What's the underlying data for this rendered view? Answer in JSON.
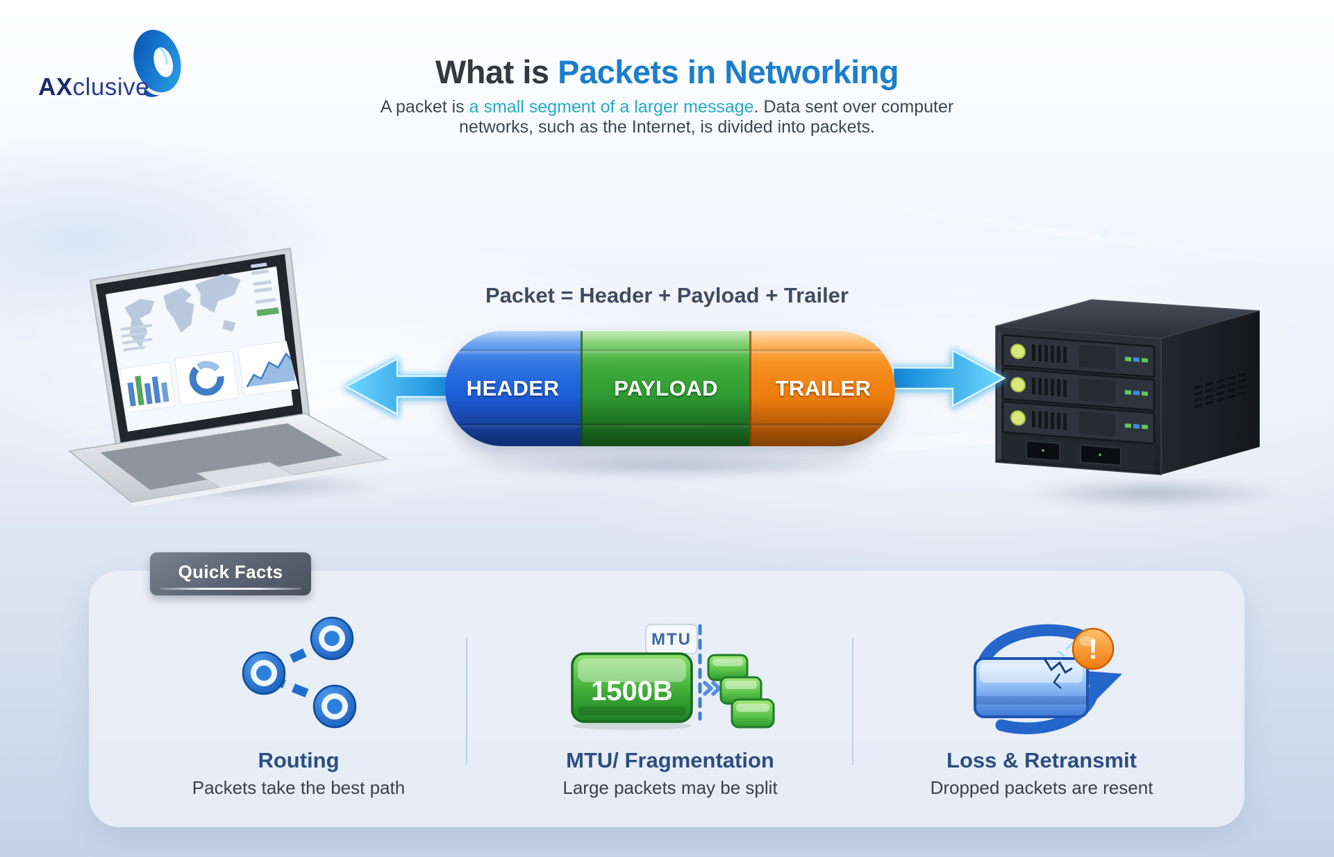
{
  "brand": {
    "name_bold": "AX",
    "name_rest": "clusive"
  },
  "header": {
    "title_prefix": "What is ",
    "title_highlight": "Packets in Networking",
    "subtitle_prefix": "A packet is ",
    "subtitle_highlight": "a small segment of a larger message",
    "subtitle_suffix": ". Data sent over computer",
    "subtitle_line2": "networks, such as the Internet, is divided into packets."
  },
  "diagram": {
    "formula": "Packet = Header + Payload + Trailer",
    "segments": [
      {
        "label": "HEADER",
        "color": "#1d5ed8"
      },
      {
        "label": "PAYLOAD",
        "color": "#2f9c31"
      },
      {
        "label": "TRAILER",
        "color": "#ef7f10"
      }
    ]
  },
  "quick_facts": {
    "tab_label": "Quick Facts",
    "facts": [
      {
        "icon": "routing-nodes-icon",
        "title": "Routing",
        "description": "Packets take the best path"
      },
      {
        "icon": "mtu-fragmentation-icon",
        "title": "MTU/ Fragmentation",
        "description": "Large packets may be split",
        "mtu_label": "MTU",
        "mtu_value": "1500B"
      },
      {
        "icon": "loss-retransmit-icon",
        "title": "Loss & Retransmit",
        "description": "Dropped packets are resent",
        "badge_glyph": "!"
      }
    ]
  },
  "colors": {
    "title_highlight": "#1b7ecb",
    "subtitle_highlight": "#23abc7",
    "header_segment": "#1d5ed8",
    "payload_segment": "#2f9c31",
    "trailer_segment": "#ef7f10",
    "arrow_blue": "#1ea8ee",
    "fact_title": "#2c4e80",
    "tab_background": "#59626f",
    "alert_badge": "#ee7c15"
  }
}
